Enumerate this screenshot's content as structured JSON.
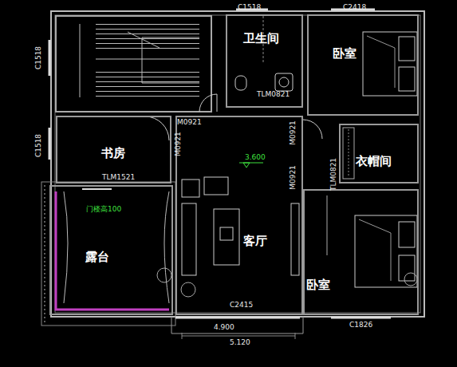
{
  "diagram": {
    "nodes": [
      {
        "text": [
          "卫生间"
        ]
      },
      {
        "text": [
          "卧室"
        ]
      },
      {
        "text": [
          "书房"
        ]
      },
      {
        "text": [
          "衣帽间"
        ]
      },
      {
        "text": [
          "露台"
        ]
      },
      {
        "text": [
          "客厅"
        ]
      },
      {
        "text": [
          "卧室"
        ]
      }
    ],
    "labels": [
      "C1518",
      "C2418",
      "C1518",
      "C1518",
      "TLM0821",
      "M0921",
      "M0921",
      "M0921",
      "M0921",
      "TLM0821",
      "TLM1521",
      "门楼高100",
      "3.600",
      "C2415",
      "C1826",
      "4.900",
      "5.120"
    ]
  }
}
